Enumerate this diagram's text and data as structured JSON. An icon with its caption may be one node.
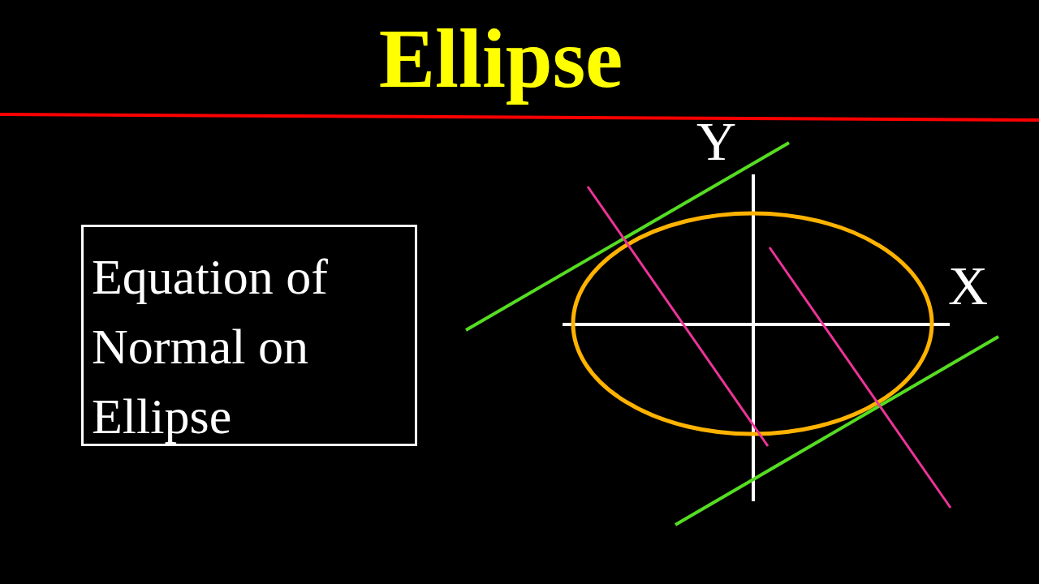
{
  "diagram": {
    "title": "Ellipse",
    "nodes": [
      {
        "text": [
          "Equation of Normal on Ellipse"
        ]
      }
    ],
    "labels": [
      "Y",
      "X"
    ]
  }
}
